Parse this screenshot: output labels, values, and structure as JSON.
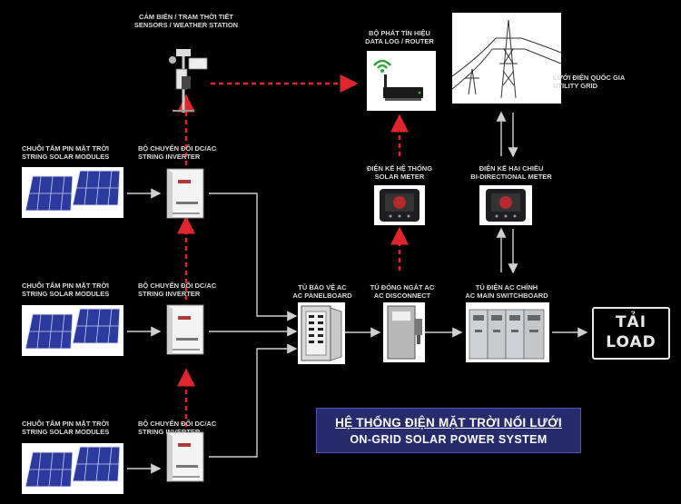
{
  "weather_station": {
    "vn": "Cảm biến / Trạm thời tiết",
    "en": "Sensors / Weather Station"
  },
  "data_router": {
    "vn": "Bộ phát tín hiệu",
    "en": "Data Log / Router"
  },
  "utility_grid": {
    "vn": "Lưới điện quốc gia",
    "en": "Utility grid"
  },
  "solar_meter": {
    "vn": "Điện kế hệ thống",
    "en": "Solar meter"
  },
  "bidirectional_meter": {
    "vn": "Điện kế hai chiều",
    "en": "Bi-directional meter"
  },
  "strings": [
    {
      "vn": "Chuỗi tấm pin mặt trời",
      "en": "String solar modules"
    },
    {
      "vn": "Chuỗi tấm pin mặt trời",
      "en": "String solar modules"
    },
    {
      "vn": "Chuỗi tấm pin mặt trời",
      "en": "String solar modules"
    }
  ],
  "inverters": [
    {
      "vn": "Bộ chuyển đổi DC/AC",
      "en": "String inverter"
    },
    {
      "vn": "Bộ chuyển đổi DC/AC",
      "en": "String inverter"
    },
    {
      "vn": "Bộ chuyển đổi DC/AC",
      "en": "String inverter"
    }
  ],
  "ac_panelboard": {
    "vn": "Tủ bảo vệ AC",
    "en": "AC panelboard"
  },
  "ac_disconnect": {
    "vn": "Tủ đóng ngắt AC",
    "en": "AC disconnect"
  },
  "main_switchboard": {
    "vn": "Tủ điện AC chính",
    "en": "AC main switchboard"
  },
  "load": {
    "line1": "TẢI",
    "line2": "LOAD"
  },
  "title": {
    "vn": "HỆ THỐNG ĐIỆN MẶT TRỜI NỐI LƯỚI",
    "en": "ON-GRID SOLAR POWER SYSTEM"
  },
  "colors": {
    "signal": "#e0262b",
    "power": "#d0d0d0",
    "title_bg": "#262b6e",
    "panel": "#2c3a9e"
  }
}
